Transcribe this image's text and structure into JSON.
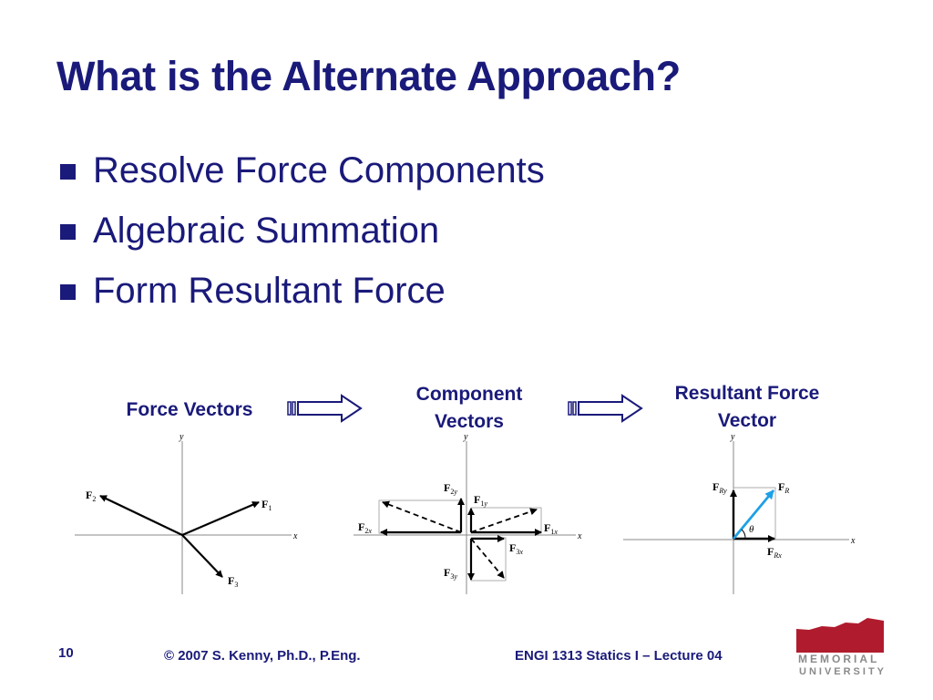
{
  "slide": {
    "title": "What is the Alternate Approach?",
    "bullets": [
      "Resolve Force Components",
      "Algebraic Summation",
      "Form Resultant Force"
    ]
  },
  "diagram": {
    "stage1_label": "Force Vectors",
    "stage2_label_line1": "Component",
    "stage2_label_line2": "Vectors",
    "stage3_label_line1": "Resultant Force",
    "stage3_label_line2": "Vector",
    "axis_x": "x",
    "axis_y": "y",
    "theta": "θ",
    "colors": {
      "resultant": "#1ea0e6",
      "text": "#1a1a7a"
    }
  },
  "footer": {
    "page_number": "10",
    "copyright": "© 2007 S. Kenny, Ph.D., P.Eng.",
    "course": "ENGI 1313 Statics I – Lecture 04"
  },
  "logo": {
    "line1": "MEMORIAL",
    "line2": "UNIVERSITY",
    "color": "#b01c2e"
  }
}
